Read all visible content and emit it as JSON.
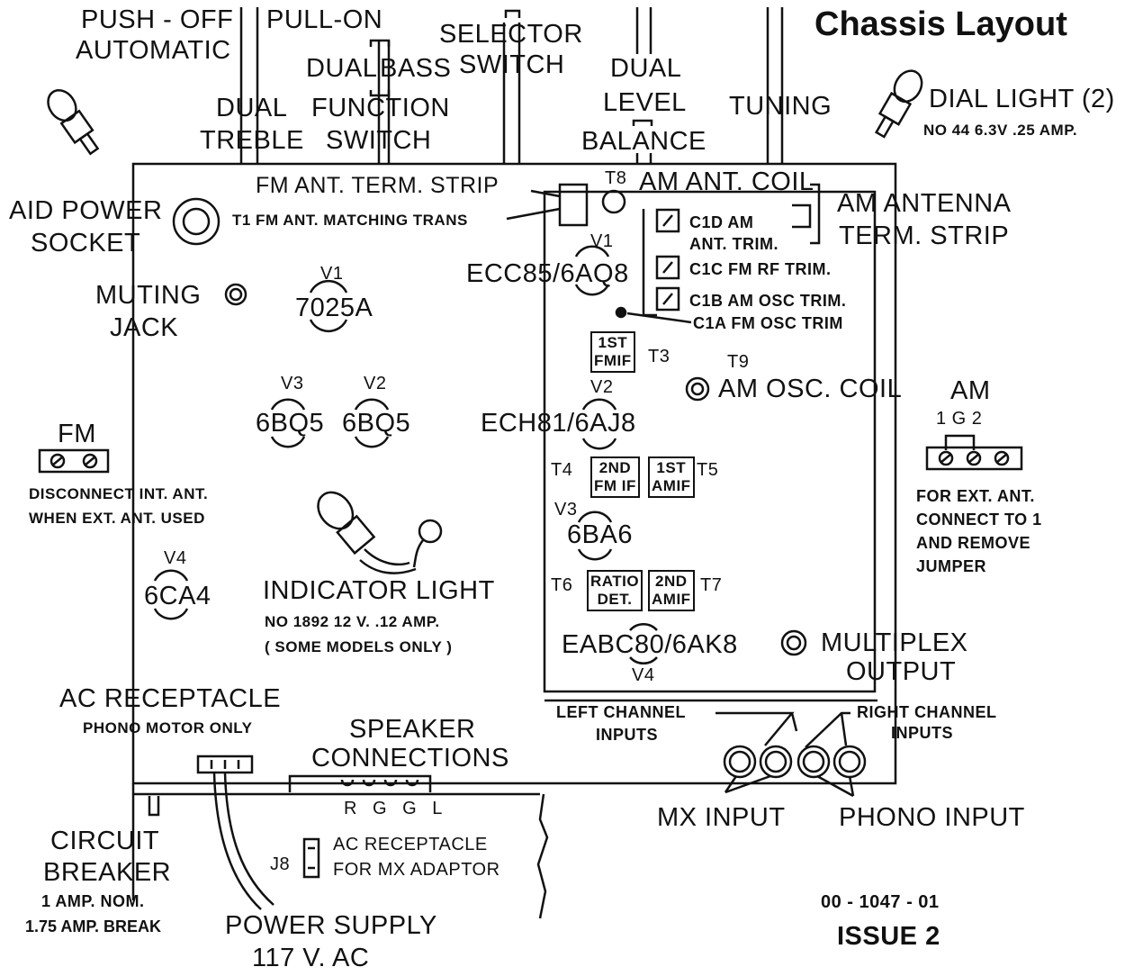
{
  "title": "Chassis Layout",
  "top_controls": {
    "push_off_1": "PUSH - OFF",
    "push_off_2": "AUTOMATIC",
    "pull_on": "PULL-ON",
    "dual_bass_1": "DUAL",
    "dual_bass_2": "BASS",
    "dual_treble_1": "DUAL",
    "dual_treble_2": "TREBLE",
    "function_1": "FUNCTION",
    "function_2": "SWITCH",
    "selector_1": "SELECTOR",
    "selector_2": "SWITCH",
    "dual_level_1": "DUAL",
    "dual_level_2": "LEVEL",
    "balance": "BALANCE",
    "tuning": "TUNING"
  },
  "dial_light": {
    "name": "DIAL LIGHT (2)",
    "spec": "NO 44  6.3V .25 AMP."
  },
  "left_side": {
    "aid_power_1": "AID POWER",
    "aid_power_2": "SOCKET",
    "muting_1": "MUTING",
    "muting_2": "JACK",
    "fm": "FM",
    "disconnect_1": "DISCONNECT INT. ANT.",
    "disconnect_2": "WHEN EXT. ANT. USED",
    "v4_label": "V4",
    "v4_tube": "6CA4"
  },
  "tubes": {
    "v1_left_label": "V1",
    "v1_left_tube": "7025A",
    "v3_label": "V3",
    "v3_tube": "6BQ5",
    "v2_label": "V2",
    "v2_tube": "6BQ5"
  },
  "indicator": {
    "name": "INDICATOR LIGHT",
    "spec": "NO 1892  12 V.  .12 AMP.",
    "note": "( SOME MODELS ONLY )"
  },
  "tuner": {
    "fm_ant_strip": "FM ANT. TERM. STRIP",
    "t1_trans": "T1 FM ANT. MATCHING TRANS",
    "t8": "T8",
    "am_ant_coil": "AM ANT. COIL",
    "v1_label": "V1",
    "v1_tube": "ECC85/6AQ8",
    "c1d_1": "C1D  AM",
    "c1d_2": "ANT. TRIM.",
    "c1c": "C1C  FM RF TRIM.",
    "c1b": "C1B AM OSC TRIM.",
    "c1a": "C1A FM OSC TRIM",
    "first_fmif_1": "1ST",
    "first_fmif_2": "FMIF",
    "t3": "T3",
    "t9": "T9",
    "am_osc_coil": "AM  OSC. COIL",
    "v2_label": "V2",
    "v2_tube": "ECH81/6AJ8",
    "t4": "T4",
    "t4_box_1": "2ND",
    "t4_box_2": "FM IF",
    "t5_box_1": "1ST",
    "t5_box_2": "AMIF",
    "t5": "T5",
    "v3_label": "V3",
    "v3_tube": "6BA6",
    "t6": "T6",
    "t6_box_1": "RATIO",
    "t6_box_2": "DET.",
    "t7_box_1": "2ND",
    "t7_box_2": "AMIF",
    "t7": "T7",
    "v4_tube": "EABC80/6AK8",
    "v4_label": "V4",
    "multiplex_1": "MULTIPLEX",
    "multiplex_2": "OUTPUT"
  },
  "right_side": {
    "am_ant_1": "AM ANTENNA",
    "am_ant_2": "TERM. STRIP",
    "am": "AM",
    "am_terms": "1  G  2",
    "ext_1": "FOR EXT. ANT.",
    "ext_2": "CONNECT TO 1",
    "ext_3": "AND REMOVE",
    "ext_4": "JUMPER"
  },
  "bottom": {
    "ac_rec_1": "AC RECEPTACLE",
    "ac_rec_2": "PHONO MOTOR ONLY",
    "speaker_1": "SPEAKER",
    "speaker_2": "CONNECTIONS",
    "speaker_terms": "R G G L",
    "j8": "J8",
    "mx_rec_1": "AC RECEPTACLE",
    "mx_rec_2": "FOR MX ADAPTOR",
    "left_inputs_1": "LEFT  CHANNEL",
    "left_inputs_2": "INPUTS",
    "right_inputs_1": "RIGHT CHANNEL",
    "right_inputs_2": "INPUTS",
    "mx_input": "MX  INPUT",
    "phono_input": "PHONO  INPUT",
    "breaker_1": "CIRCUIT",
    "breaker_2": "BREAKER",
    "breaker_3": "1 AMP. NOM.",
    "breaker_4": "1.75 AMP. BREAK",
    "power_1": "POWER SUPPLY",
    "power_2": "117 V. AC",
    "doc_number": "00 - 1047 - 01",
    "issue": "ISSUE 2"
  }
}
